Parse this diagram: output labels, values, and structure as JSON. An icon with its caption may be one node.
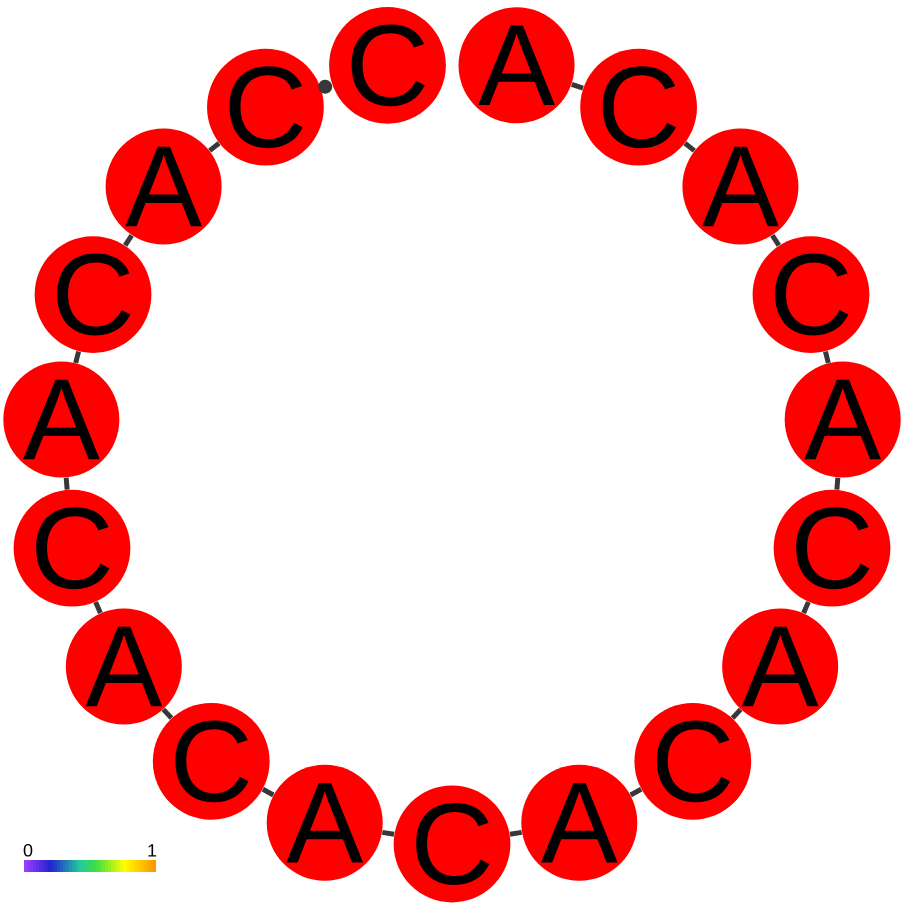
{
  "diagram": {
    "nodes": [
      {
        "text": [
          "C"
        ]
      },
      {
        "text": [
          "A"
        ]
      },
      {
        "text": [
          "C"
        ]
      },
      {
        "text": [
          "A"
        ]
      },
      {
        "text": [
          "C"
        ]
      },
      {
        "text": [
          "A"
        ]
      },
      {
        "text": [
          "C"
        ]
      },
      {
        "text": [
          "A"
        ]
      },
      {
        "text": [
          "C"
        ]
      },
      {
        "text": [
          "A"
        ]
      },
      {
        "text": [
          "C"
        ]
      },
      {
        "text": [
          "A"
        ]
      },
      {
        "text": [
          "C"
        ]
      },
      {
        "text": [
          "A"
        ]
      },
      {
        "text": [
          "C"
        ]
      },
      {
        "text": [
          "A"
        ]
      },
      {
        "text": [
          "C"
        ]
      },
      {
        "text": [
          "A"
        ]
      },
      {
        "text": [
          "C"
        ]
      }
    ],
    "edges": [
      {
        "from": 1,
        "to": 2,
        "arrow": "none"
      },
      {
        "from": 2,
        "to": 3,
        "arrow": "none"
      },
      {
        "from": 3,
        "to": 4,
        "arrow": "none"
      },
      {
        "from": 4,
        "to": 5,
        "arrow": "none"
      },
      {
        "from": 5,
        "to": 6,
        "arrow": "none"
      },
      {
        "from": 6,
        "to": 7,
        "arrow": "none"
      },
      {
        "from": 7,
        "to": 8,
        "arrow": "none"
      },
      {
        "from": 8,
        "to": 9,
        "arrow": "none"
      },
      {
        "from": 9,
        "to": 10,
        "arrow": "none"
      },
      {
        "from": 10,
        "to": 11,
        "arrow": "none"
      },
      {
        "from": 11,
        "to": 12,
        "arrow": "none"
      },
      {
        "from": 12,
        "to": 13,
        "arrow": "none"
      },
      {
        "from": 13,
        "to": 14,
        "arrow": "none"
      },
      {
        "from": 14,
        "to": 15,
        "arrow": "none"
      },
      {
        "from": 15,
        "to": 16,
        "arrow": "none"
      },
      {
        "from": 16,
        "to": 17,
        "arrow": "none"
      },
      {
        "from": 17,
        "to": 18,
        "arrow": "none"
      },
      {
        "from": 18,
        "to": 0,
        "arrow": "other"
      }
    ],
    "labels": [
      "0",
      "1"
    ]
  }
}
